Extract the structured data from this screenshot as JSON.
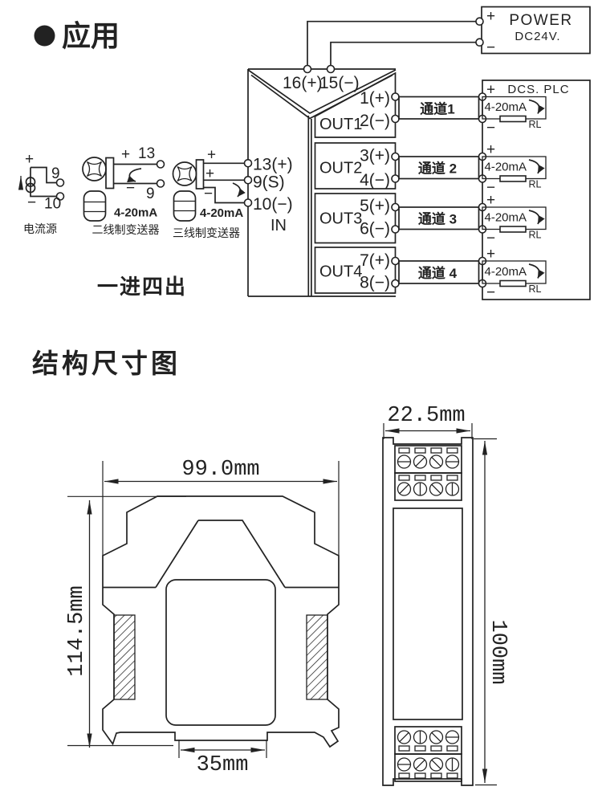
{
  "titles": {
    "bullet": "●",
    "application": "应用",
    "mode": "一进四出",
    "structure": "结构尺寸图"
  },
  "sym": {
    "plus": "+",
    "minus": "−"
  },
  "power_box": {
    "title": "POWER",
    "voltage": "DC24V."
  },
  "dcs_box": {
    "title": "DCS. PLC"
  },
  "isolator": {
    "t16": "16(+)",
    "t15": "15(−)",
    "in_label": "IN",
    "t13": "13(+)",
    "t9": "9(S)",
    "t10": "10(−)",
    "outs": [
      {
        "name": "OUT1",
        "plus": "1(+)",
        "minus": "2(−)"
      },
      {
        "name": "OUT2",
        "plus": "3(+)",
        "minus": "4(−)"
      },
      {
        "name": "OUT3",
        "plus": "5(+)",
        "minus": "6(−)"
      },
      {
        "name": "OUT4",
        "plus": "7(+)",
        "minus": "8(−)"
      }
    ]
  },
  "channels": [
    {
      "label": "通道1"
    },
    {
      "label": "通道 2"
    },
    {
      "label": "通道 3"
    },
    {
      "label": "通道 4"
    }
  ],
  "loop": {
    "current": "4-20mA",
    "load": "RL"
  },
  "devices": {
    "current_source": {
      "caption": "电流源",
      "terminal_top": "9",
      "terminal_bottom": "10"
    },
    "two_wire": {
      "caption": "二线制变送器",
      "terminal_plus": "13",
      "terminal_minus": "9",
      "signal": "4-20mA"
    },
    "three_wire": {
      "caption": "三线制变送器",
      "signal": "4-20mA"
    }
  },
  "dimensions": {
    "front_width": "99.0mm",
    "front_height": "114.5mm",
    "rail_width": "35mm",
    "side_width": "22.5mm",
    "side_height": "100mm"
  },
  "colors": {
    "ink": "#222222",
    "background": "#ffffff"
  }
}
